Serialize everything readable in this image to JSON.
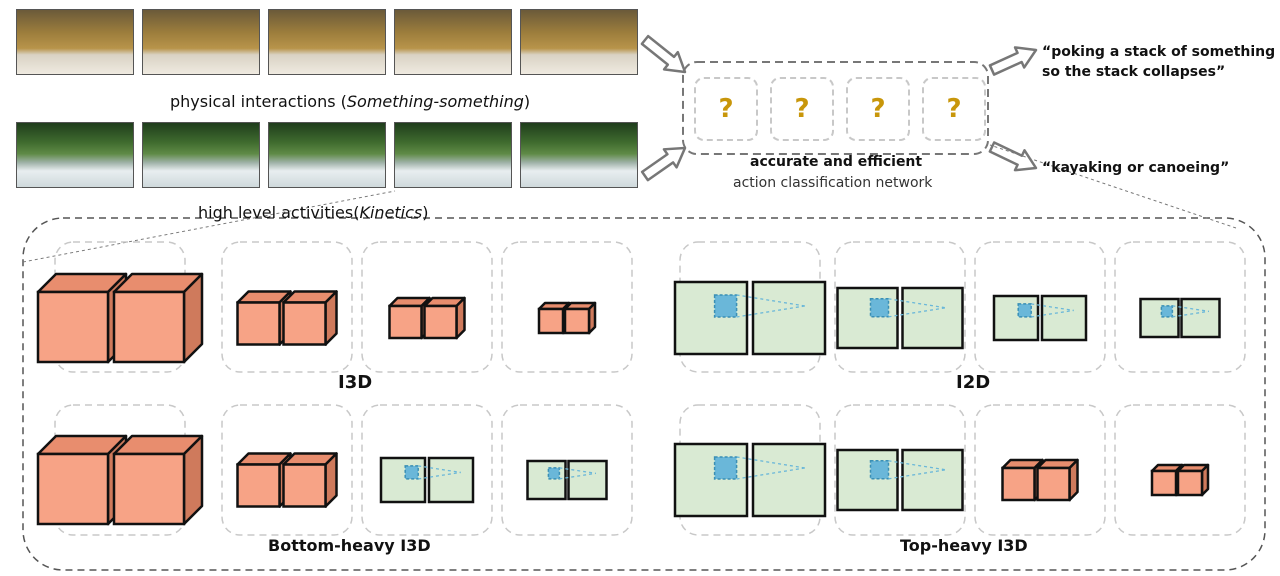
{
  "captions": {
    "physical_main": "physical interactions (",
    "physical_italic": "Something-something",
    "physical_end": ")",
    "high_main": "high level activities(",
    "high_italic": "Kinetics",
    "high_end": ")",
    "network_bold": "accurate and efficient",
    "network_sub": "action classification network",
    "output_1_line1": "“poking a stack of something",
    "output_1_line2": "so the stack collapses”",
    "output_2": "“kayaking or canoeing”"
  },
  "question_mark": "?",
  "variants": [
    "I3D",
    "I2D",
    "Bottom-heavy I3D",
    "Top-heavy I3D"
  ],
  "colors": {
    "cube_face": "#f7a386",
    "cube_side": "#cf7a5c",
    "cube_top": "#e88d6e",
    "square_face": "#d9ead3",
    "kernel_3d": "#f7d46b",
    "kernel_2d": "#6ab7d9",
    "question": "#c8960a",
    "dashed": "#c8c8c8"
  }
}
